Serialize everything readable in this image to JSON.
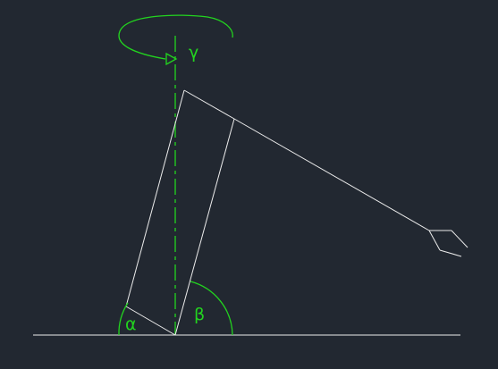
{
  "labels": {
    "gamma": "γ",
    "alpha": "α",
    "beta": "β"
  },
  "colors": {
    "background": "#222831",
    "structure": "#ececec",
    "annotation": "#22d41f"
  }
}
